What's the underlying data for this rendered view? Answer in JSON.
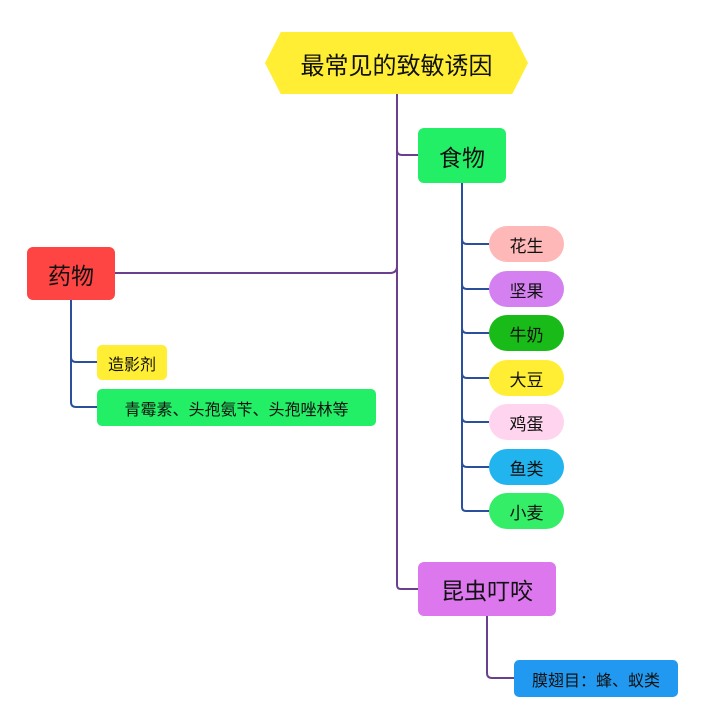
{
  "colors": {
    "line_main": "#6b3f8f",
    "line_blue": "#2a4f9c",
    "root": "#ffee33",
    "food": "#22ee66",
    "drug": "#ff4444",
    "insect": "#dd77ee"
  },
  "root": {
    "label": "最常见的致敏诱因",
    "color": "#ffee33"
  },
  "branches": {
    "food": {
      "label": "食物",
      "items": [
        {
          "label": "花生",
          "color": "#ffb8b8"
        },
        {
          "label": "坚果",
          "color": "#d580f0"
        },
        {
          "label": "牛奶",
          "color": "#18bb18"
        },
        {
          "label": "大豆",
          "color": "#ffee33"
        },
        {
          "label": "鸡蛋",
          "color": "#ffd4ee"
        },
        {
          "label": "鱼类",
          "color": "#22b4ee"
        },
        {
          "label": "小麦",
          "color": "#33ee66"
        }
      ]
    },
    "drug": {
      "label": "药物",
      "items": [
        {
          "label": "造影剂",
          "color": "#ffee33"
        },
        {
          "label": "青霉素、头孢氨苄、头孢唑林等",
          "color": "#22ee66"
        }
      ]
    },
    "insect": {
      "label": "昆虫叮咬",
      "items": [
        {
          "label": "膜翅目：蜂、蚁类",
          "color": "#2299f0"
        }
      ]
    }
  }
}
